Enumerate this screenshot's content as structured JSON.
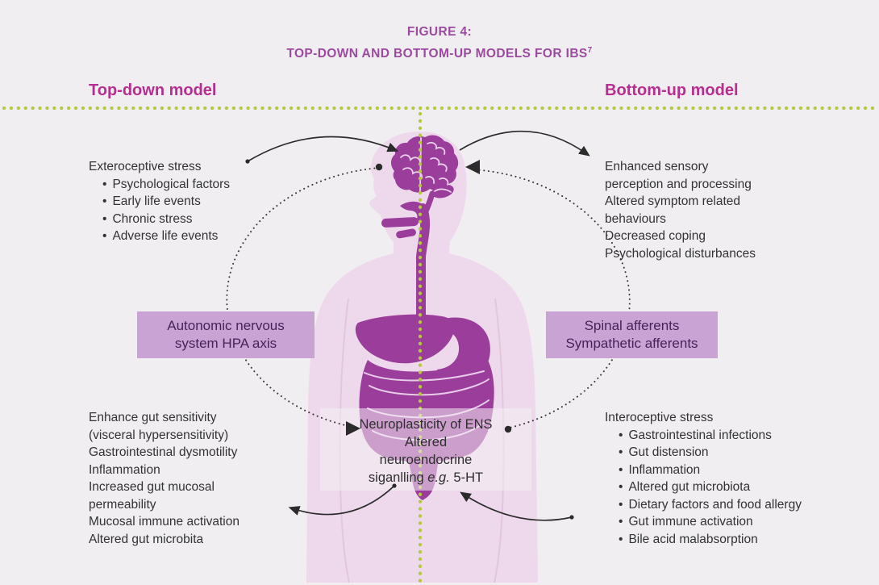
{
  "title": {
    "figure_label": "FIGURE 4:",
    "text": "TOP-DOWN AND BOTTOM-UP MODELS FOR IBS",
    "reference_superscript": "7"
  },
  "headings": {
    "left": "Top-down model",
    "right": "Bottom-up model"
  },
  "top_left": {
    "heading": "Exteroceptive stress",
    "bullets": [
      "Psychological factors",
      "Early life events",
      "Chronic stress",
      "Adverse life events"
    ]
  },
  "top_right": {
    "lines": [
      "Enhanced sensory",
      "perception and processing",
      "Altered symptom related",
      "behaviours",
      "Decreased coping",
      "Psychological disturbances"
    ]
  },
  "boxes": {
    "left": [
      "Autonomic nervous",
      "system HPA axis"
    ],
    "right": [
      "Spinal afferents",
      "Sympathetic afferents"
    ]
  },
  "bottom_left": {
    "lines": [
      "Enhance gut sensitivity",
      "(visceral hypersensitivity)",
      "Gastrointestinal dysmotility",
      "Inflammation",
      "Increased gut mucosal",
      "permeability",
      "Mucosal immune activation",
      "Altered gut microbita"
    ]
  },
  "bottom_right": {
    "heading": "Interoceptive stress",
    "bullets": [
      "Gastrointestinal infections",
      "Gut distension",
      "Inflammation",
      "Altered gut microbiota",
      "Dietary factors and food allergy",
      "Gut immune activation",
      "Bile acid malabsorption"
    ]
  },
  "center": {
    "line1": "Neuroplasticity of ENS",
    "line2": "Altered",
    "line3": "neuroendocrine",
    "line4_pre": "siganlling ",
    "line4_italic": "e.g.",
    "line4_post": " 5-HT"
  },
  "icons": {
    "body": "human-body-silhouette",
    "brain": "brain-icon",
    "gi_tract": "gi-tract-icon"
  },
  "colors": {
    "background": "#f0eef1",
    "title_purple": "#9b4a9f",
    "accent_magenta": "#b62e90",
    "organ_purple": "#9b3d9b",
    "body_pink": "#eed9ec",
    "box_purple": "#c9a3d3",
    "box_text": "#47235b",
    "dot_green": "#b5c93f",
    "text": "#333333"
  }
}
